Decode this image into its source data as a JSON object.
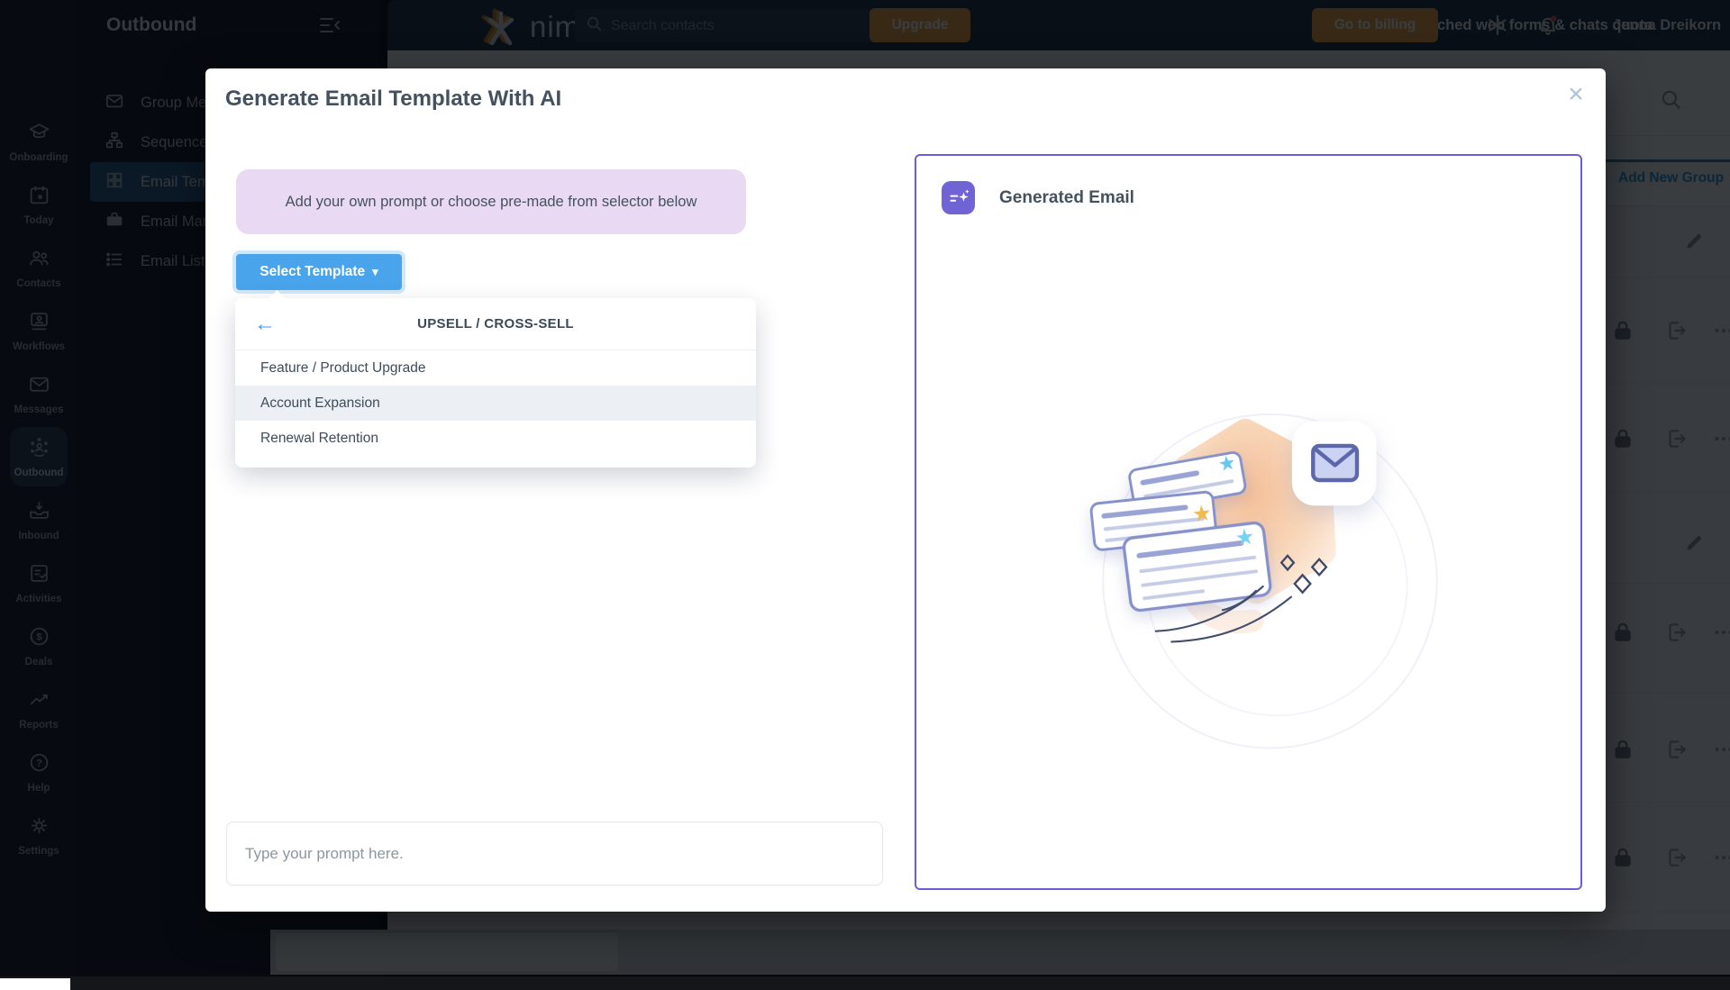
{
  "topbar": {
    "brand": "nimble",
    "search_placeholder": "Search contacts",
    "upgrade_label": "Upgrade",
    "quota_message": "You reached web forms & chats quota",
    "billing_label": "Go to billing",
    "user_name": "Jenna Dreikorn"
  },
  "rail": {
    "items": [
      {
        "label": "Onboarding",
        "icon": "graduation-cap-icon",
        "active": false
      },
      {
        "label": "Today",
        "icon": "calendar-icon",
        "active": false
      },
      {
        "label": "Contacts",
        "icon": "people-icon",
        "active": false
      },
      {
        "label": "Workflows",
        "icon": "id-card-icon",
        "active": false
      },
      {
        "label": "Messages",
        "icon": "envelope-icon",
        "active": false
      },
      {
        "label": "Outbound",
        "icon": "person-broadcast-icon",
        "active": true
      },
      {
        "label": "Inbound",
        "icon": "inbox-icon",
        "active": false
      },
      {
        "label": "Activities",
        "icon": "checklist-icon",
        "active": false
      },
      {
        "label": "Deals",
        "icon": "dollar-circle-icon",
        "active": false
      },
      {
        "label": "Reports",
        "icon": "trend-line-icon",
        "active": false
      },
      {
        "label": "Help",
        "icon": "question-circle-icon",
        "active": false
      },
      {
        "label": "Settings",
        "icon": "gear-icon",
        "active": false
      }
    ]
  },
  "sidebar": {
    "title": "Outbound",
    "items": [
      {
        "label": "Group Messages",
        "icon": "envelope-icon",
        "active": false
      },
      {
        "label": "Sequences",
        "icon": "sitemap-icon",
        "active": false
      },
      {
        "label": "Email Templates",
        "icon": "grid-icon",
        "active": true
      },
      {
        "label": "Email Marketing",
        "icon": "briefcase-icon",
        "active": false
      },
      {
        "label": "Email Lists",
        "icon": "list-icon",
        "active": false
      }
    ]
  },
  "content": {
    "add_new_group_label": "Add New Group"
  },
  "modal": {
    "title": "Generate Email Template With AI",
    "hint": "Add your own prompt or choose pre-made from selector below",
    "select_template_label": "Select Template",
    "dropdown": {
      "header": "UPSELL / CROSS-SELL",
      "items": [
        {
          "label": "Feature / Product Upgrade",
          "highlighted": false
        },
        {
          "label": "Account Expansion",
          "highlighted": true
        },
        {
          "label": "Renewal Retention",
          "highlighted": false
        }
      ]
    },
    "prompt_placeholder": "Type your prompt here.",
    "generated_panel": {
      "title": "Generated Email"
    }
  },
  "icons": {
    "close": "×",
    "caret": "▾",
    "back_arrow": "←"
  },
  "colors": {
    "accent_blue": "#49a4ec",
    "panel_purple": "#6b5ed5",
    "hint_purple_bg": "#e9d9f3",
    "orange": "#f0a43c",
    "link_blue": "#2f96e0",
    "notification_red": "#e5484d"
  }
}
